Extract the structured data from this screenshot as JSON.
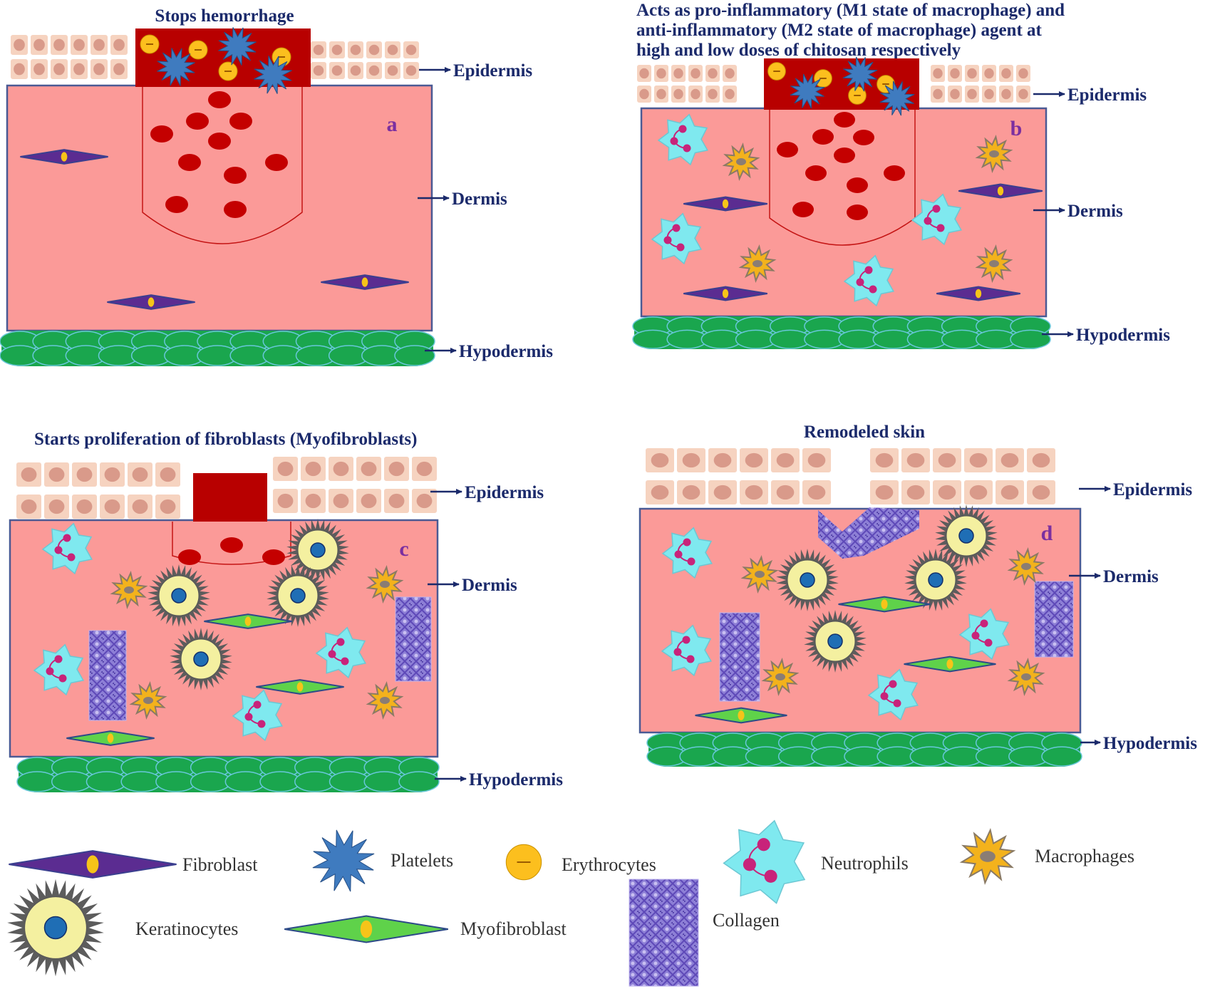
{
  "panels": [
    {
      "letter": "a",
      "title_lines": [
        "Stops hemorrhage"
      ],
      "labels": {
        "epidermis": "Epidermis",
        "dermis": "Dermis",
        "hypodermis": "Hypodermis"
      }
    },
    {
      "letter": "b",
      "title_lines": [
        "Acts as pro-inflammatory (M1 state of macrophage) and",
        "anti-inflammatory (M2 state of macrophage) agent at",
        "high and low doses of chitosan respectively"
      ],
      "labels": {
        "epidermis": "Epidermis",
        "dermis": "Dermis",
        "hypodermis": "Hypodermis"
      }
    },
    {
      "letter": "c",
      "title_lines": [
        "Starts proliferation of fibroblasts (Myofibroblasts)"
      ],
      "labels": {
        "epidermis": "Epidermis",
        "dermis": "Dermis",
        "hypodermis": "Hypodermis"
      }
    },
    {
      "letter": "d",
      "title_lines": [
        "Remodeled skin"
      ],
      "labels": {
        "epidermis": "Epidermis",
        "dermis": "Dermis",
        "hypodermis": "Hypodermis"
      }
    }
  ],
  "legend": {
    "fibroblast": "Fibroblast",
    "platelets": "Platelets",
    "erythrocytes": "Erythrocytes",
    "neutrophils": "Neutrophils",
    "macrophages": "Macrophages",
    "keratinocytes": "Keratinocytes",
    "myofibroblast": "Myofibroblast",
    "collagen": "Collagen"
  },
  "colors": {
    "dermis": "#fb9a98",
    "dermis_border": "#4a5a94",
    "epidermis_cell": "#f6d3c0",
    "epidermis_nucleus": "#d99a8a",
    "clot": "#b80000",
    "blood_cell": "#c40000",
    "hypodermis": "#1aa64e",
    "fibroblast": "#5b2c91",
    "myofibroblast": "#5fd24a",
    "neutrophil": "#7fe9ef",
    "neutrophil_nucleus": "#c8237a",
    "macrophage": "#f3b21c",
    "keratinocyte": "#f4f0a0",
    "platelet": "#3f7bbf",
    "erythrocyte": "#fcbf1e",
    "collagen": "#8672d1",
    "label_text": "#1b2a6b"
  }
}
